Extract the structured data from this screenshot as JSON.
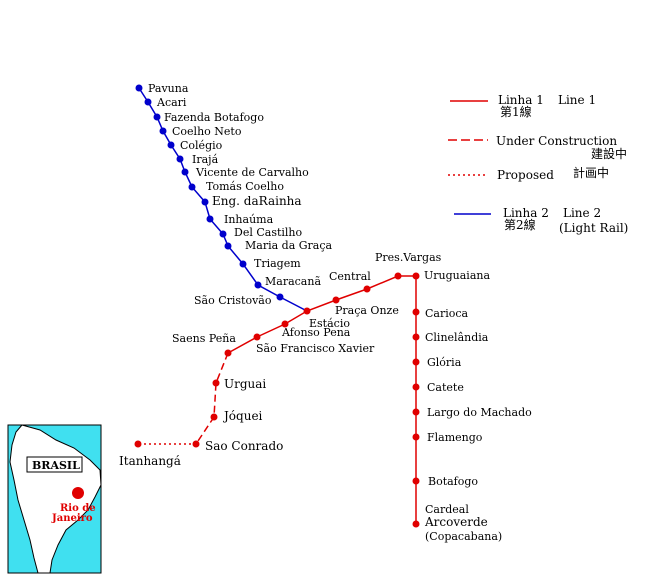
{
  "legend": {
    "line1": {
      "label": "Linha 1",
      "label_en": "Line 1",
      "label_jp": "第1線"
    },
    "under_construction": {
      "label": "Under Construction",
      "label_jp": "建設中"
    },
    "proposed": {
      "label": "Proposed",
      "label_jp": "計画中"
    },
    "line2": {
      "label": "Linha 2",
      "label_en": "Line 2",
      "label_jp": "第2線",
      "label_sub": "(Light Rail)"
    }
  },
  "colors": {
    "line1": "#e00000",
    "line2": "#0000cc",
    "inset_sea": "#40e0f0"
  },
  "inset": {
    "country": "BRASIL",
    "city_line1": "Rio de",
    "city_line2": "Janeiro"
  },
  "stations": {
    "line2": [
      "Pavuna",
      "Acari",
      "Fazenda Botafogo",
      "Coelho Neto",
      "Colégio",
      "Irajá",
      "Vicente de Carvalho",
      "Tomás Coelho",
      "Eng. daRainha",
      "Inhaúma",
      "Del Castilho",
      "Maria da Graça",
      "Triagem",
      "Maracanã",
      "São Cristovão"
    ],
    "line1_main": [
      "Estácio",
      "Central",
      "Pres.Vargas",
      "Uruguaiana",
      "Carioca",
      "Clinelândia",
      "Glória",
      "Catete",
      "Largo do Machado",
      "Flamengo",
      "Botafogo",
      "Cardeal",
      "Arcoverde",
      "(Copacabana)"
    ],
    "line1_branch": [
      "Praça Onze",
      "Afonso Pena",
      "São Francisco Xavier",
      "Saens Peña"
    ],
    "under_construction": [
      "Urguai",
      "Jóquei",
      "Sao Conrado"
    ],
    "proposed": [
      "Itanhangá"
    ]
  }
}
